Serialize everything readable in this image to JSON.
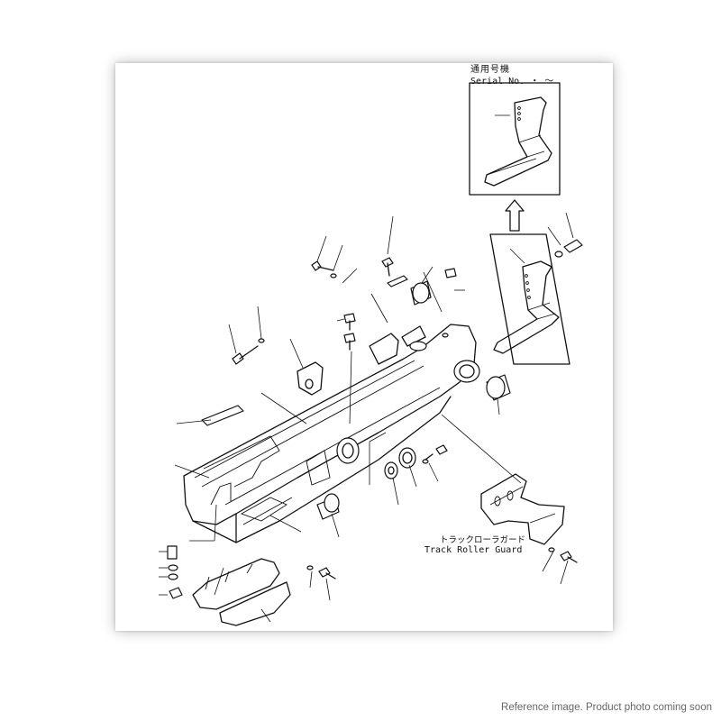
{
  "labels": {
    "serial_jp": "通用号機",
    "serial_en": "Serial No.  ・ 〜",
    "track_guard_jp": "トラックローラガード",
    "track_guard_en": "Track Roller Guard"
  },
  "caption": "Reference image. Product photo coming soon"
}
